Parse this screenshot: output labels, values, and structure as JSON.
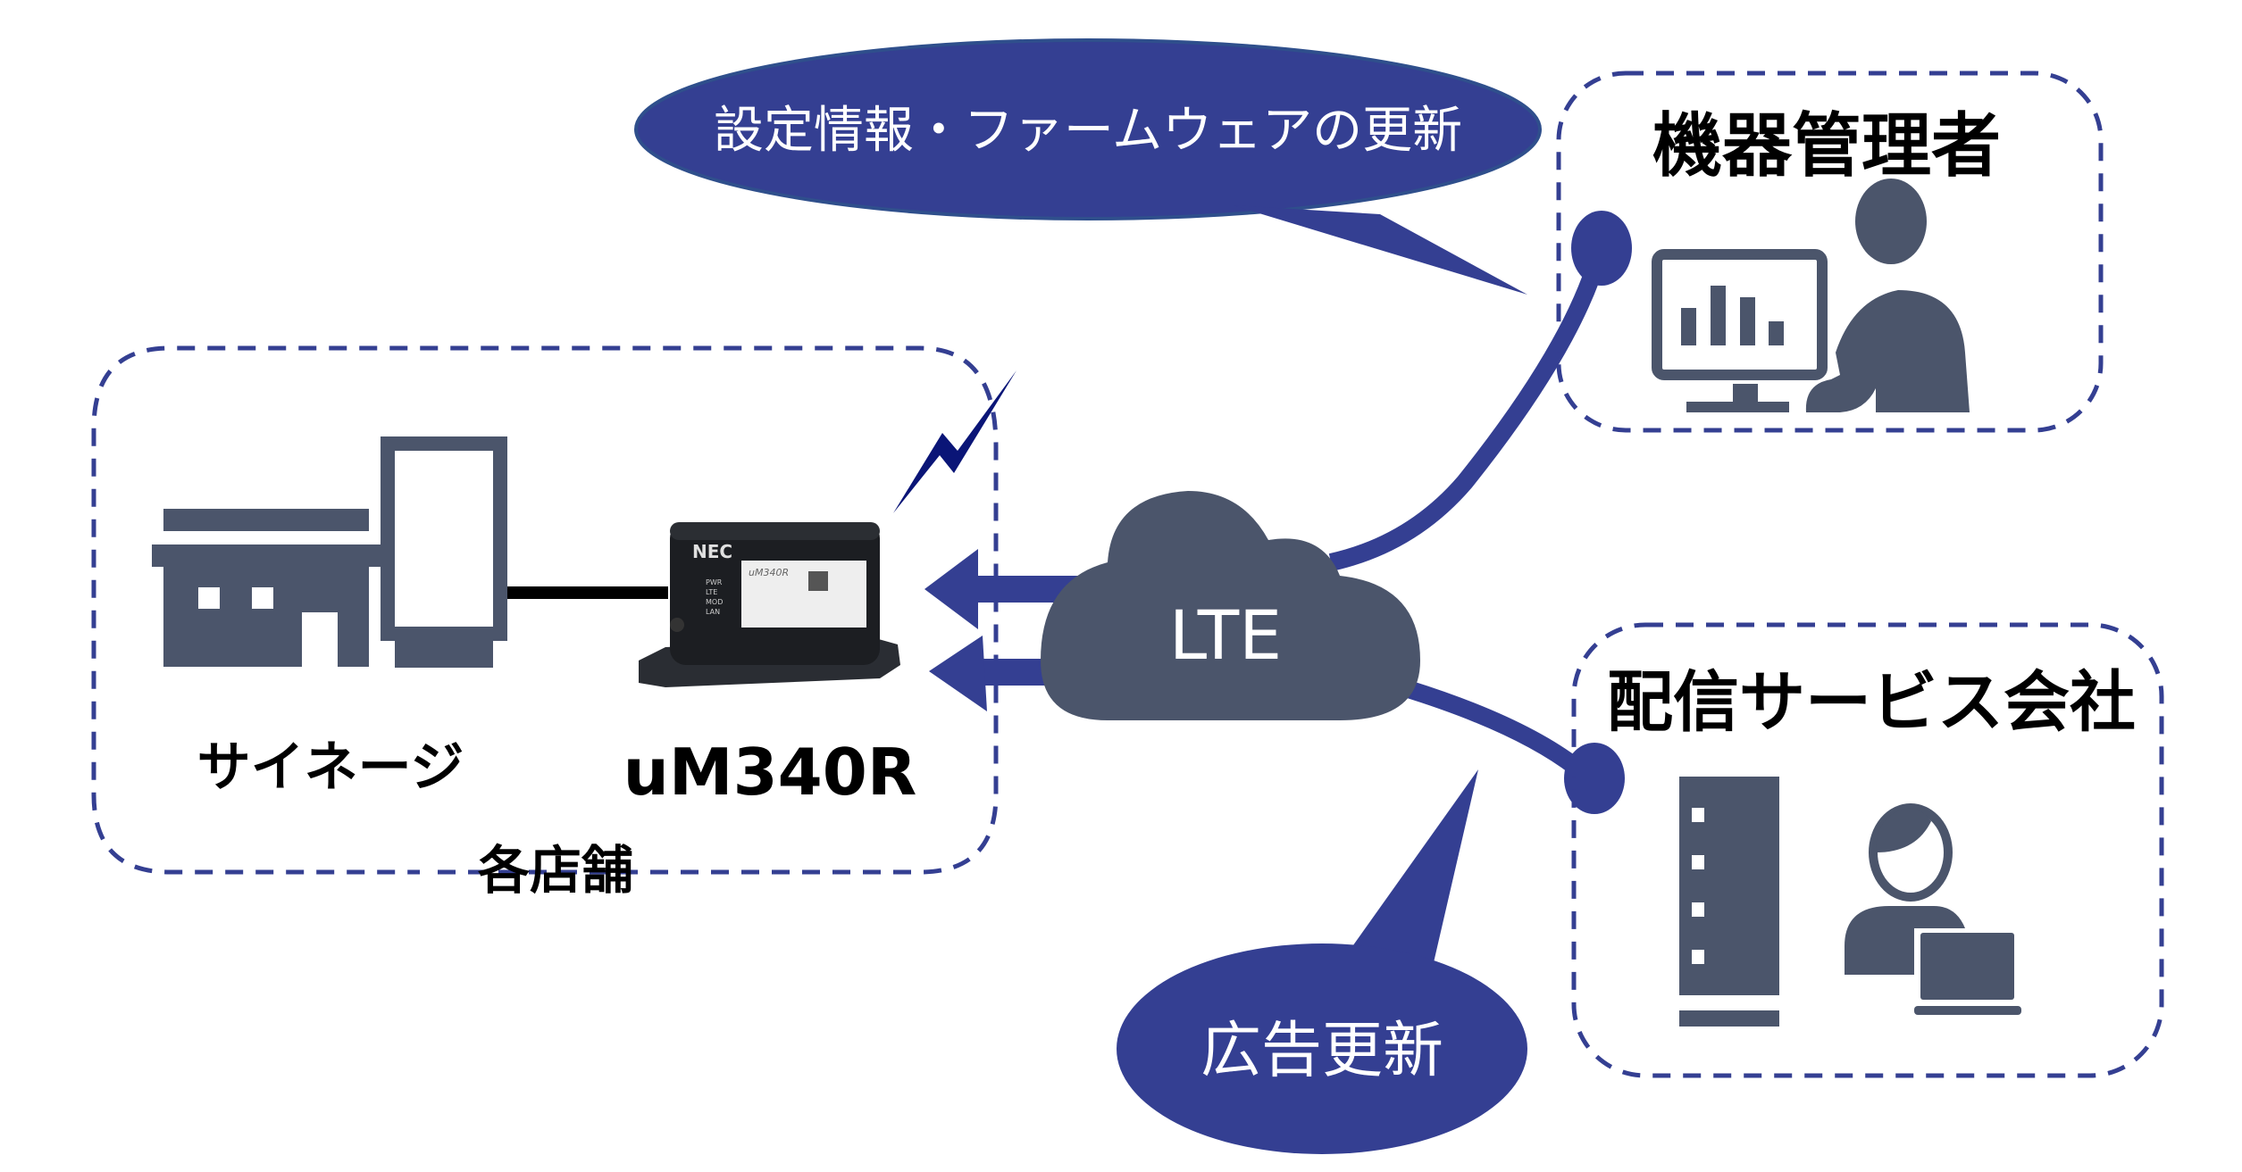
{
  "colors": {
    "accent": "#343f92",
    "icon": "#4b556b",
    "bolt": "#0a1577",
    "text": "#000000",
    "bubble_text": "#ffffff"
  },
  "store": {
    "group_label": "各店舗",
    "signage_label": "サイネージ",
    "router_label": "uM340R",
    "router_brand": "NEC",
    "router_sticker_model": "uM340R",
    "router_leds": [
      "PWR",
      "LTE",
      "MOD",
      "LAN"
    ]
  },
  "network": {
    "cloud_label": "LTE"
  },
  "admin": {
    "title": "機器管理者",
    "bubble_text": "設定情報・ファームウェアの更新"
  },
  "distributor": {
    "title": "配信サービス会社",
    "bubble_text": "広告更新"
  },
  "icons": {
    "store": "store-building-icon",
    "signage": "signage-display-icon",
    "router": "lte-router-device",
    "bolt": "wireless-signal-bolt-icon",
    "cloud": "cloud-icon",
    "monitor": "monitor-chart-icon",
    "person": "person-icon",
    "server": "server-tower-icon",
    "laptop_person": "person-with-laptop-icon"
  }
}
